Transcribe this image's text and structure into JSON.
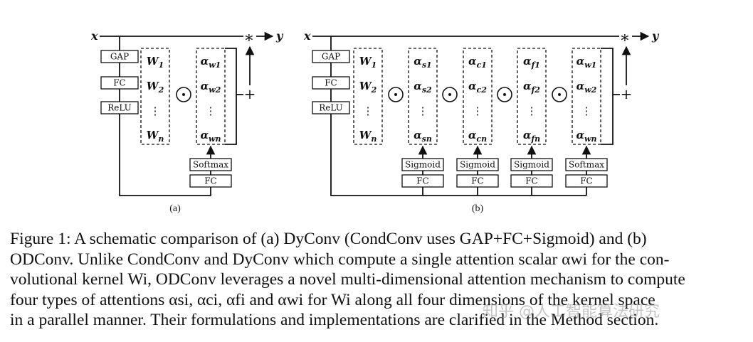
{
  "figure": {
    "input_label": "x",
    "output_label": "y",
    "multiply_symbol": "∗",
    "add_symbol": "+",
    "hadamard_symbol": "⊙",
    "vdots": "⋮",
    "panel_a": {
      "caption": "(a)",
      "stem_blocks": [
        "GAP",
        "FC",
        "ReLU"
      ],
      "kernels": [
        "W1",
        "W2",
        "Wn"
      ],
      "attention_column": [
        "αw1",
        "αw2",
        "αwn"
      ],
      "head_blocks": [
        "Softmax",
        "FC"
      ]
    },
    "panel_b": {
      "caption": "(b)",
      "stem_blocks": [
        "GAP",
        "FC",
        "ReLU"
      ],
      "kernels": [
        "W1",
        "W2",
        "Wn"
      ],
      "attention_columns": [
        {
          "entries": [
            "αs1",
            "αs2",
            "αsn"
          ],
          "activation": "Sigmoid",
          "fc": "FC"
        },
        {
          "entries": [
            "αc1",
            "αc2",
            "αcn"
          ],
          "activation": "Sigmoid",
          "fc": "FC"
        },
        {
          "entries": [
            "αf1",
            "αf2",
            "αfn"
          ],
          "activation": "Sigmoid",
          "fc": "FC"
        },
        {
          "entries": [
            "αw1",
            "αw2",
            "αwn"
          ],
          "activation": "Softmax",
          "fc": "FC"
        }
      ]
    }
  },
  "caption": {
    "lines": [
      "Figure 1: A schematic comparison of (a) DyConv (CondConv uses GAP+FC+Sigmoid) and (b)",
      "ODConv. Unlike CondConv and DyConv which compute a single attention scalar αwi for the con-",
      "volutional kernel Wi, ODConv leverages a novel multi-dimensional attention mechanism to compute",
      "four types of attentions αsi, αci, αfi and αwi for Wi along all four dimensions of the kernel space",
      "in a parallel manner. Their formulations and implementations are clarified in the Method section."
    ]
  },
  "watermark": "知乎 @人工智能算法研究"
}
